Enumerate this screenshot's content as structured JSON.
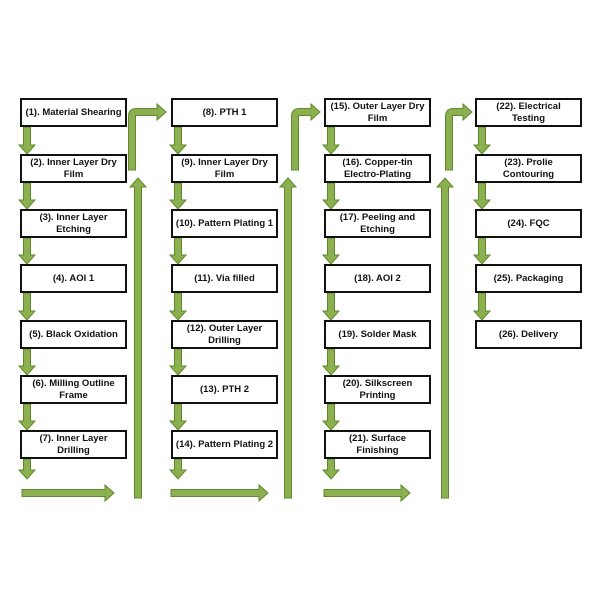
{
  "colors": {
    "arrow_fill": "#8cb050",
    "arrow_stroke": "#5f8a2c",
    "box_border": "#111111"
  },
  "columns": [
    {
      "steps": [
        "(1). Material Shearing",
        "(2). Inner Layer Dry Film",
        "(3). Inner Layer Etching",
        "(4). AOI 1",
        "(5). Black Oxidation",
        "(6). Milling Outline Frame",
        "(7). Inner Layer Drilling"
      ]
    },
    {
      "steps": [
        "(8). PTH 1",
        "(9). Inner Layer Dry Film",
        "(10). Pattern Plating 1",
        "(11). Via filled",
        "(12). Outer Layer Drilling",
        "(13). PTH 2",
        "(14). Pattern Plating 2"
      ]
    },
    {
      "steps": [
        "(15). Outer Layer Dry Film",
        "(16). Copper-tin Electro-Plating",
        "(17). Peeling and Etching",
        "(18). AOI 2",
        "(19). Solder Mask",
        "(20). Silkscreen Printing",
        "(21). Surface Finishing"
      ]
    },
    {
      "steps": [
        "(22). Electrical Testing",
        "(23). Prolie Contouring",
        "(24). FQC",
        "(25). Packaging",
        "(26). Delivery"
      ]
    }
  ]
}
